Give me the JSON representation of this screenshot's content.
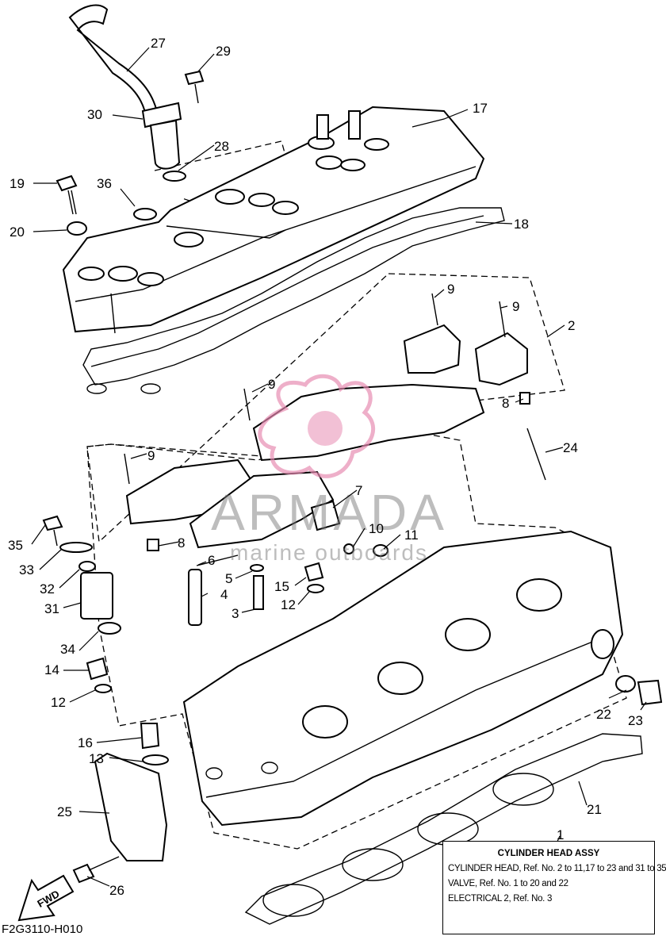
{
  "figure_code": "F2G3110-H010",
  "watermark": {
    "brand": "ARMADA",
    "tagline": "marine outboards"
  },
  "fwd_label": "FWD",
  "legend": {
    "title": "CYLINDER HEAD ASSY",
    "lines": [
      "CYLINDER HEAD, Ref. No. 2 to 11,17 to 23 and 31 to 35",
      "VALVE, Ref. No. 1 to 20 and 22",
      "ELECTRICAL 2, Ref. No. 3"
    ]
  },
  "callouts": [
    {
      "id": "c27",
      "label": "27"
    },
    {
      "id": "c29",
      "label": "29"
    },
    {
      "id": "c30",
      "label": "30"
    },
    {
      "id": "c17",
      "label": "17"
    },
    {
      "id": "c28",
      "label": "28"
    },
    {
      "id": "c19",
      "label": "19"
    },
    {
      "id": "c36",
      "label": "36"
    },
    {
      "id": "c20",
      "label": "20"
    },
    {
      "id": "c18",
      "label": "18"
    },
    {
      "id": "c9a",
      "label": "9"
    },
    {
      "id": "c9b",
      "label": "9"
    },
    {
      "id": "c2",
      "label": "2"
    },
    {
      "id": "c9c",
      "label": "9"
    },
    {
      "id": "c8a",
      "label": "8"
    },
    {
      "id": "c24",
      "label": "24"
    },
    {
      "id": "c9d",
      "label": "9"
    },
    {
      "id": "c7",
      "label": "7"
    },
    {
      "id": "c35",
      "label": "35"
    },
    {
      "id": "c10",
      "label": "10"
    },
    {
      "id": "c11",
      "label": "11"
    },
    {
      "id": "c8b",
      "label": "8"
    },
    {
      "id": "c33",
      "label": "33"
    },
    {
      "id": "c6",
      "label": "6"
    },
    {
      "id": "c32",
      "label": "32"
    },
    {
      "id": "c5",
      "label": "5"
    },
    {
      "id": "c15",
      "label": "15"
    },
    {
      "id": "c4",
      "label": "4"
    },
    {
      "id": "c31",
      "label": "31"
    },
    {
      "id": "c12a",
      "label": "12"
    },
    {
      "id": "c3",
      "label": "3"
    },
    {
      "id": "c34",
      "label": "34"
    },
    {
      "id": "c14",
      "label": "14"
    },
    {
      "id": "c12b",
      "label": "12"
    },
    {
      "id": "c22",
      "label": "22"
    },
    {
      "id": "c23",
      "label": "23"
    },
    {
      "id": "c16",
      "label": "16"
    },
    {
      "id": "c13",
      "label": "13"
    },
    {
      "id": "c25",
      "label": "25"
    },
    {
      "id": "c21",
      "label": "21"
    },
    {
      "id": "c1",
      "label": "1"
    },
    {
      "id": "c26",
      "label": "26"
    }
  ]
}
